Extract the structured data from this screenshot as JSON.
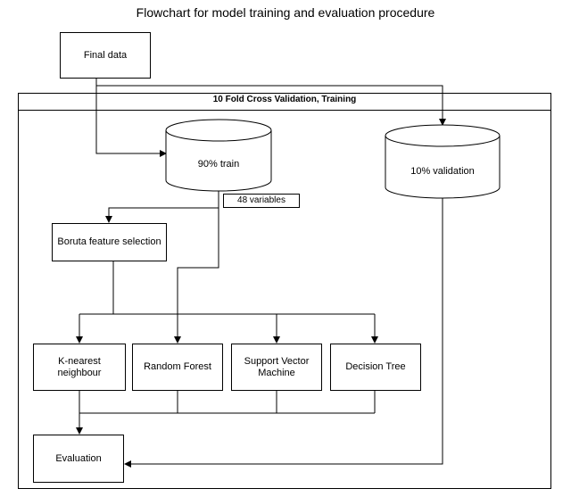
{
  "title": "Flowchart for model training and evaluation procedure",
  "frame_title": "10 Fold Cross Validation, Training",
  "nodes": {
    "final_data": "Final data",
    "train": "90% train",
    "validation": "10% validation",
    "variables": "48 variables",
    "boruta": "Boruta feature selection",
    "knn": "K-nearest neighbour",
    "rf": "Random Forest",
    "svm": "Support Vector Machine",
    "dt": "Decision Tree",
    "evaluation": "Evaluation"
  }
}
